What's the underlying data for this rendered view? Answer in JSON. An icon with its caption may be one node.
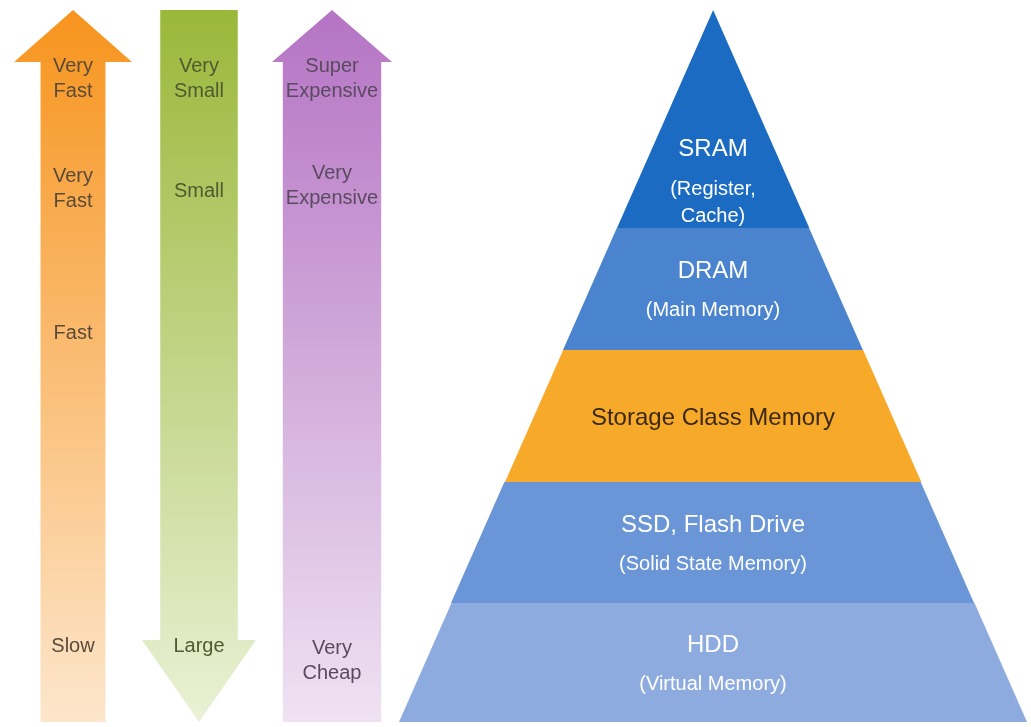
{
  "diagram": {
    "nodes": [
      {
        "text": [
          "Very Fast",
          "Very Fast",
          "Fast",
          "Slow"
        ]
      },
      {
        "text": [
          "Very Small",
          "Small",
          "Large"
        ]
      },
      {
        "text": [
          "Super Expensive",
          "Very Expensive",
          "Very Cheap"
        ]
      },
      {
        "text": [
          "SRAM",
          "(Register, Cache)"
        ]
      },
      {
        "text": [
          "DRAM",
          "(Main Memory)"
        ]
      },
      {
        "text": [
          "Storage Class Memory"
        ]
      },
      {
        "text": [
          "SSD, Flash Drive",
          "(Solid State Memory)"
        ]
      },
      {
        "text": [
          "HDD",
          "(Virtual Memory)"
        ]
      }
    ]
  }
}
